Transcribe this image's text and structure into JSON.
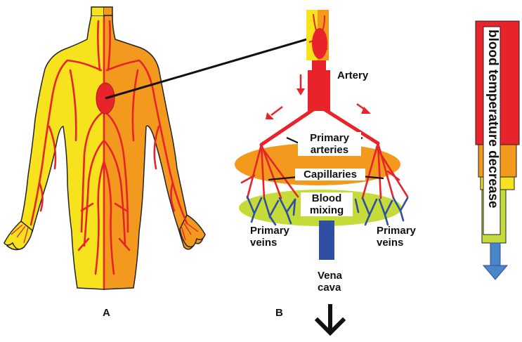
{
  "panel_a": {
    "label": "A"
  },
  "panel_b": {
    "label": "B",
    "artery": "Artery",
    "primary_arteries": [
      "Primary",
      "arteries"
    ],
    "capillaries": "Capillaries",
    "blood_mixing": [
      "Blood",
      "mixing"
    ],
    "primary_veins_left": [
      "Primary",
      "veins"
    ],
    "primary_veins_right": [
      "Primary",
      "veins"
    ],
    "vena_cava": [
      "Vena",
      "cava"
    ]
  },
  "scale_bar": {
    "text": "blood temperature decrease"
  },
  "colors": {
    "red": "#e8232a",
    "orange": "#f39a1e",
    "yellow": "#f7e21e",
    "lime": "#c5db3a",
    "blue": "#2f4fa3",
    "light_blue": "#4a86c6"
  }
}
